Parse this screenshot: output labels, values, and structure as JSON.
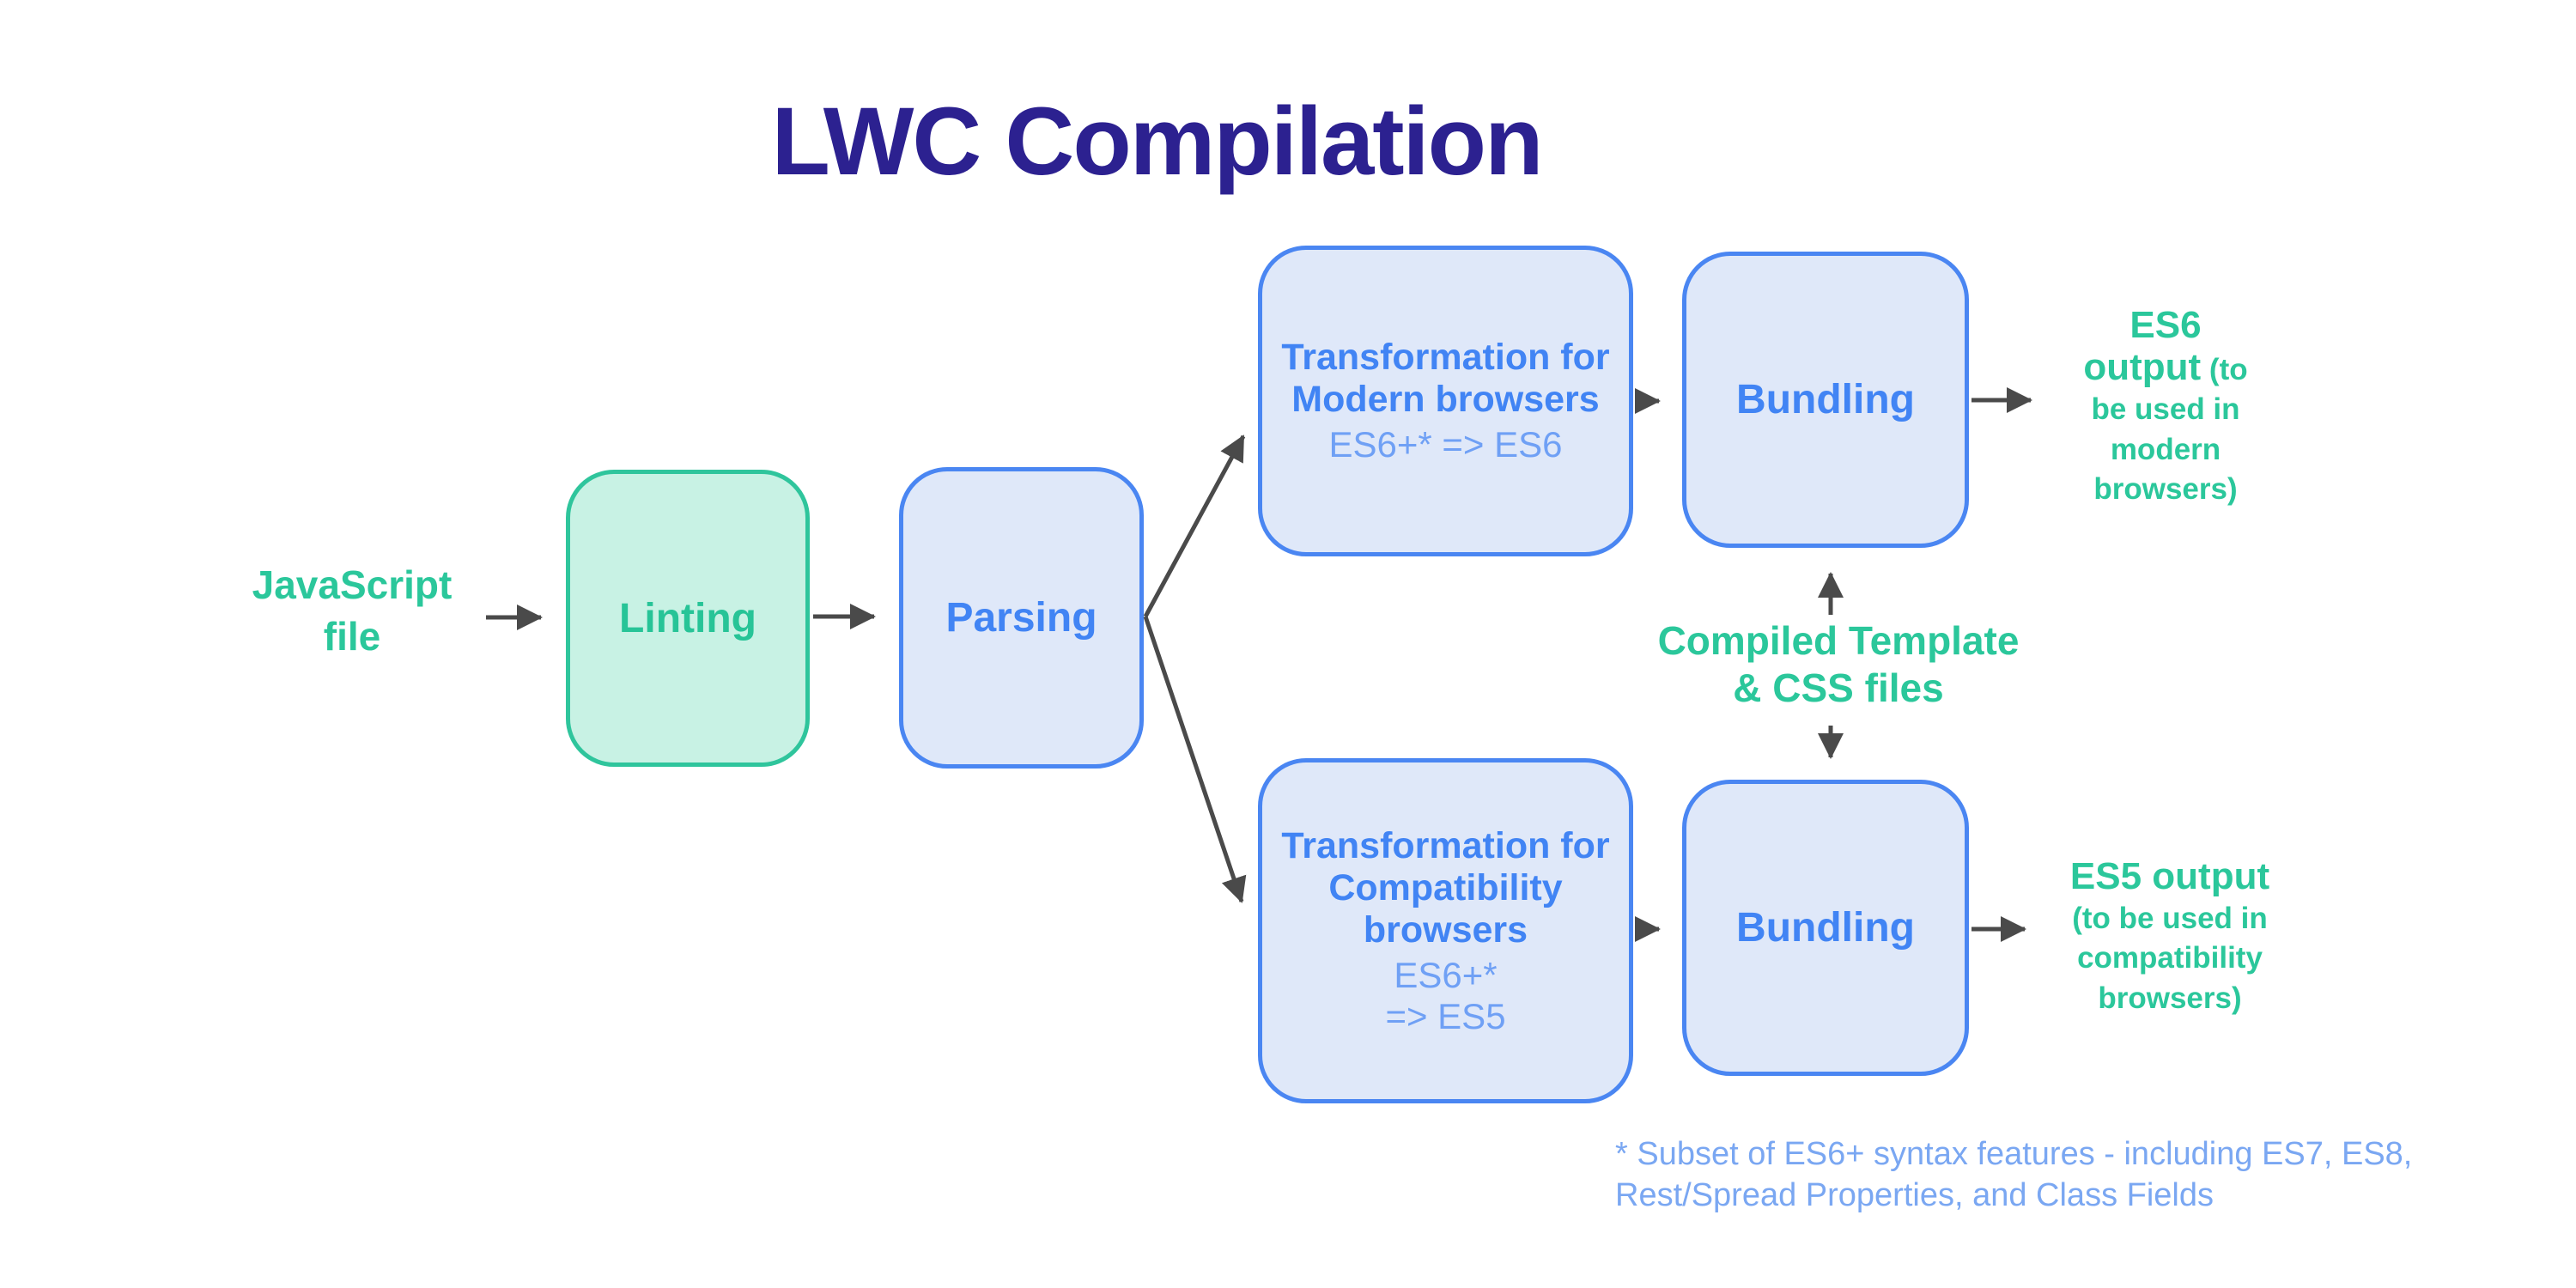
{
  "title": "LWC Compilation",
  "colors": {
    "title_text": "#2C2190",
    "green_text": "#2BC79B",
    "green_box_fill": "#C8F2E4",
    "green_box_border": "#2FC59C",
    "blue_box_fill": "#DFE8F9",
    "blue_box_border": "#4A86F2",
    "blue_text": "#4184F4",
    "blue_subtext": "#6FA0F5",
    "footnote_text": "#7AA7F2",
    "arrow": "#4A4A4A",
    "background": "#FFFFFF"
  },
  "nodes": {
    "input_label": "JavaScript file",
    "linting_label": "Linting",
    "parsing_label": "Parsing",
    "transform_modern": {
      "title_lines": [
        "Transformation for",
        "Modern browsers"
      ],
      "subtitle": "ES6+* => ES6"
    },
    "bundling_top_label": "Bundling",
    "transform_compat": {
      "title_lines": [
        "Transformation for",
        "Compatibility",
        "browsers"
      ],
      "subtitle_lines": [
        "ES6+*",
        "=> ES5"
      ]
    },
    "bundling_bottom_label": "Bundling",
    "compiled_files_label": "Compiled Template & CSS files",
    "es6_output": {
      "primary": "ES6 output",
      "secondary": "(to be used in modern browsers)"
    },
    "es5_output": {
      "primary": "ES5 output",
      "secondary": "(to be used in compatibility browsers)"
    },
    "footnote_lines": [
      "* Subset of ES6+ syntax features - including ES7, ES8,",
      "Rest/Spread Properties, and Class Fields"
    ]
  }
}
